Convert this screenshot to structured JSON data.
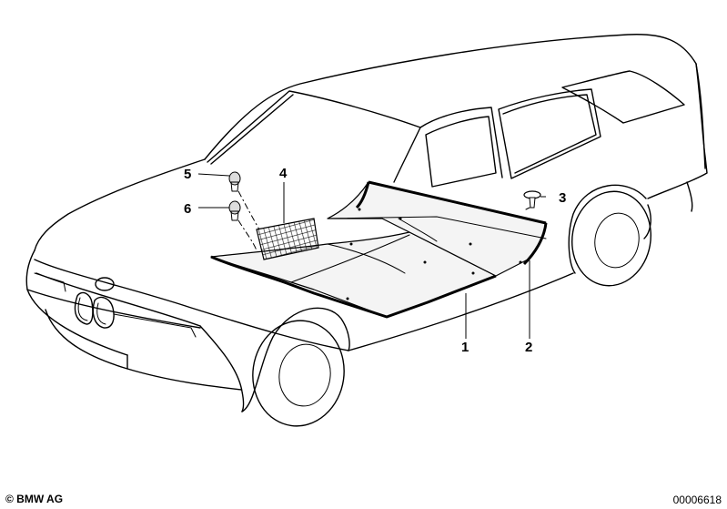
{
  "diagram": {
    "callouts": [
      {
        "number": "1",
        "part": "floor-carpet-front"
      },
      {
        "number": "2",
        "part": "floor-carpet-rear"
      },
      {
        "number": "3",
        "part": "expanding-rivet"
      },
      {
        "number": "4",
        "part": "storage-net"
      },
      {
        "number": "5",
        "part": "clip-upper"
      },
      {
        "number": "6",
        "part": "clip-lower"
      }
    ]
  },
  "footer": {
    "copyright": "© BMW AG",
    "diagram_number": "00006618"
  }
}
